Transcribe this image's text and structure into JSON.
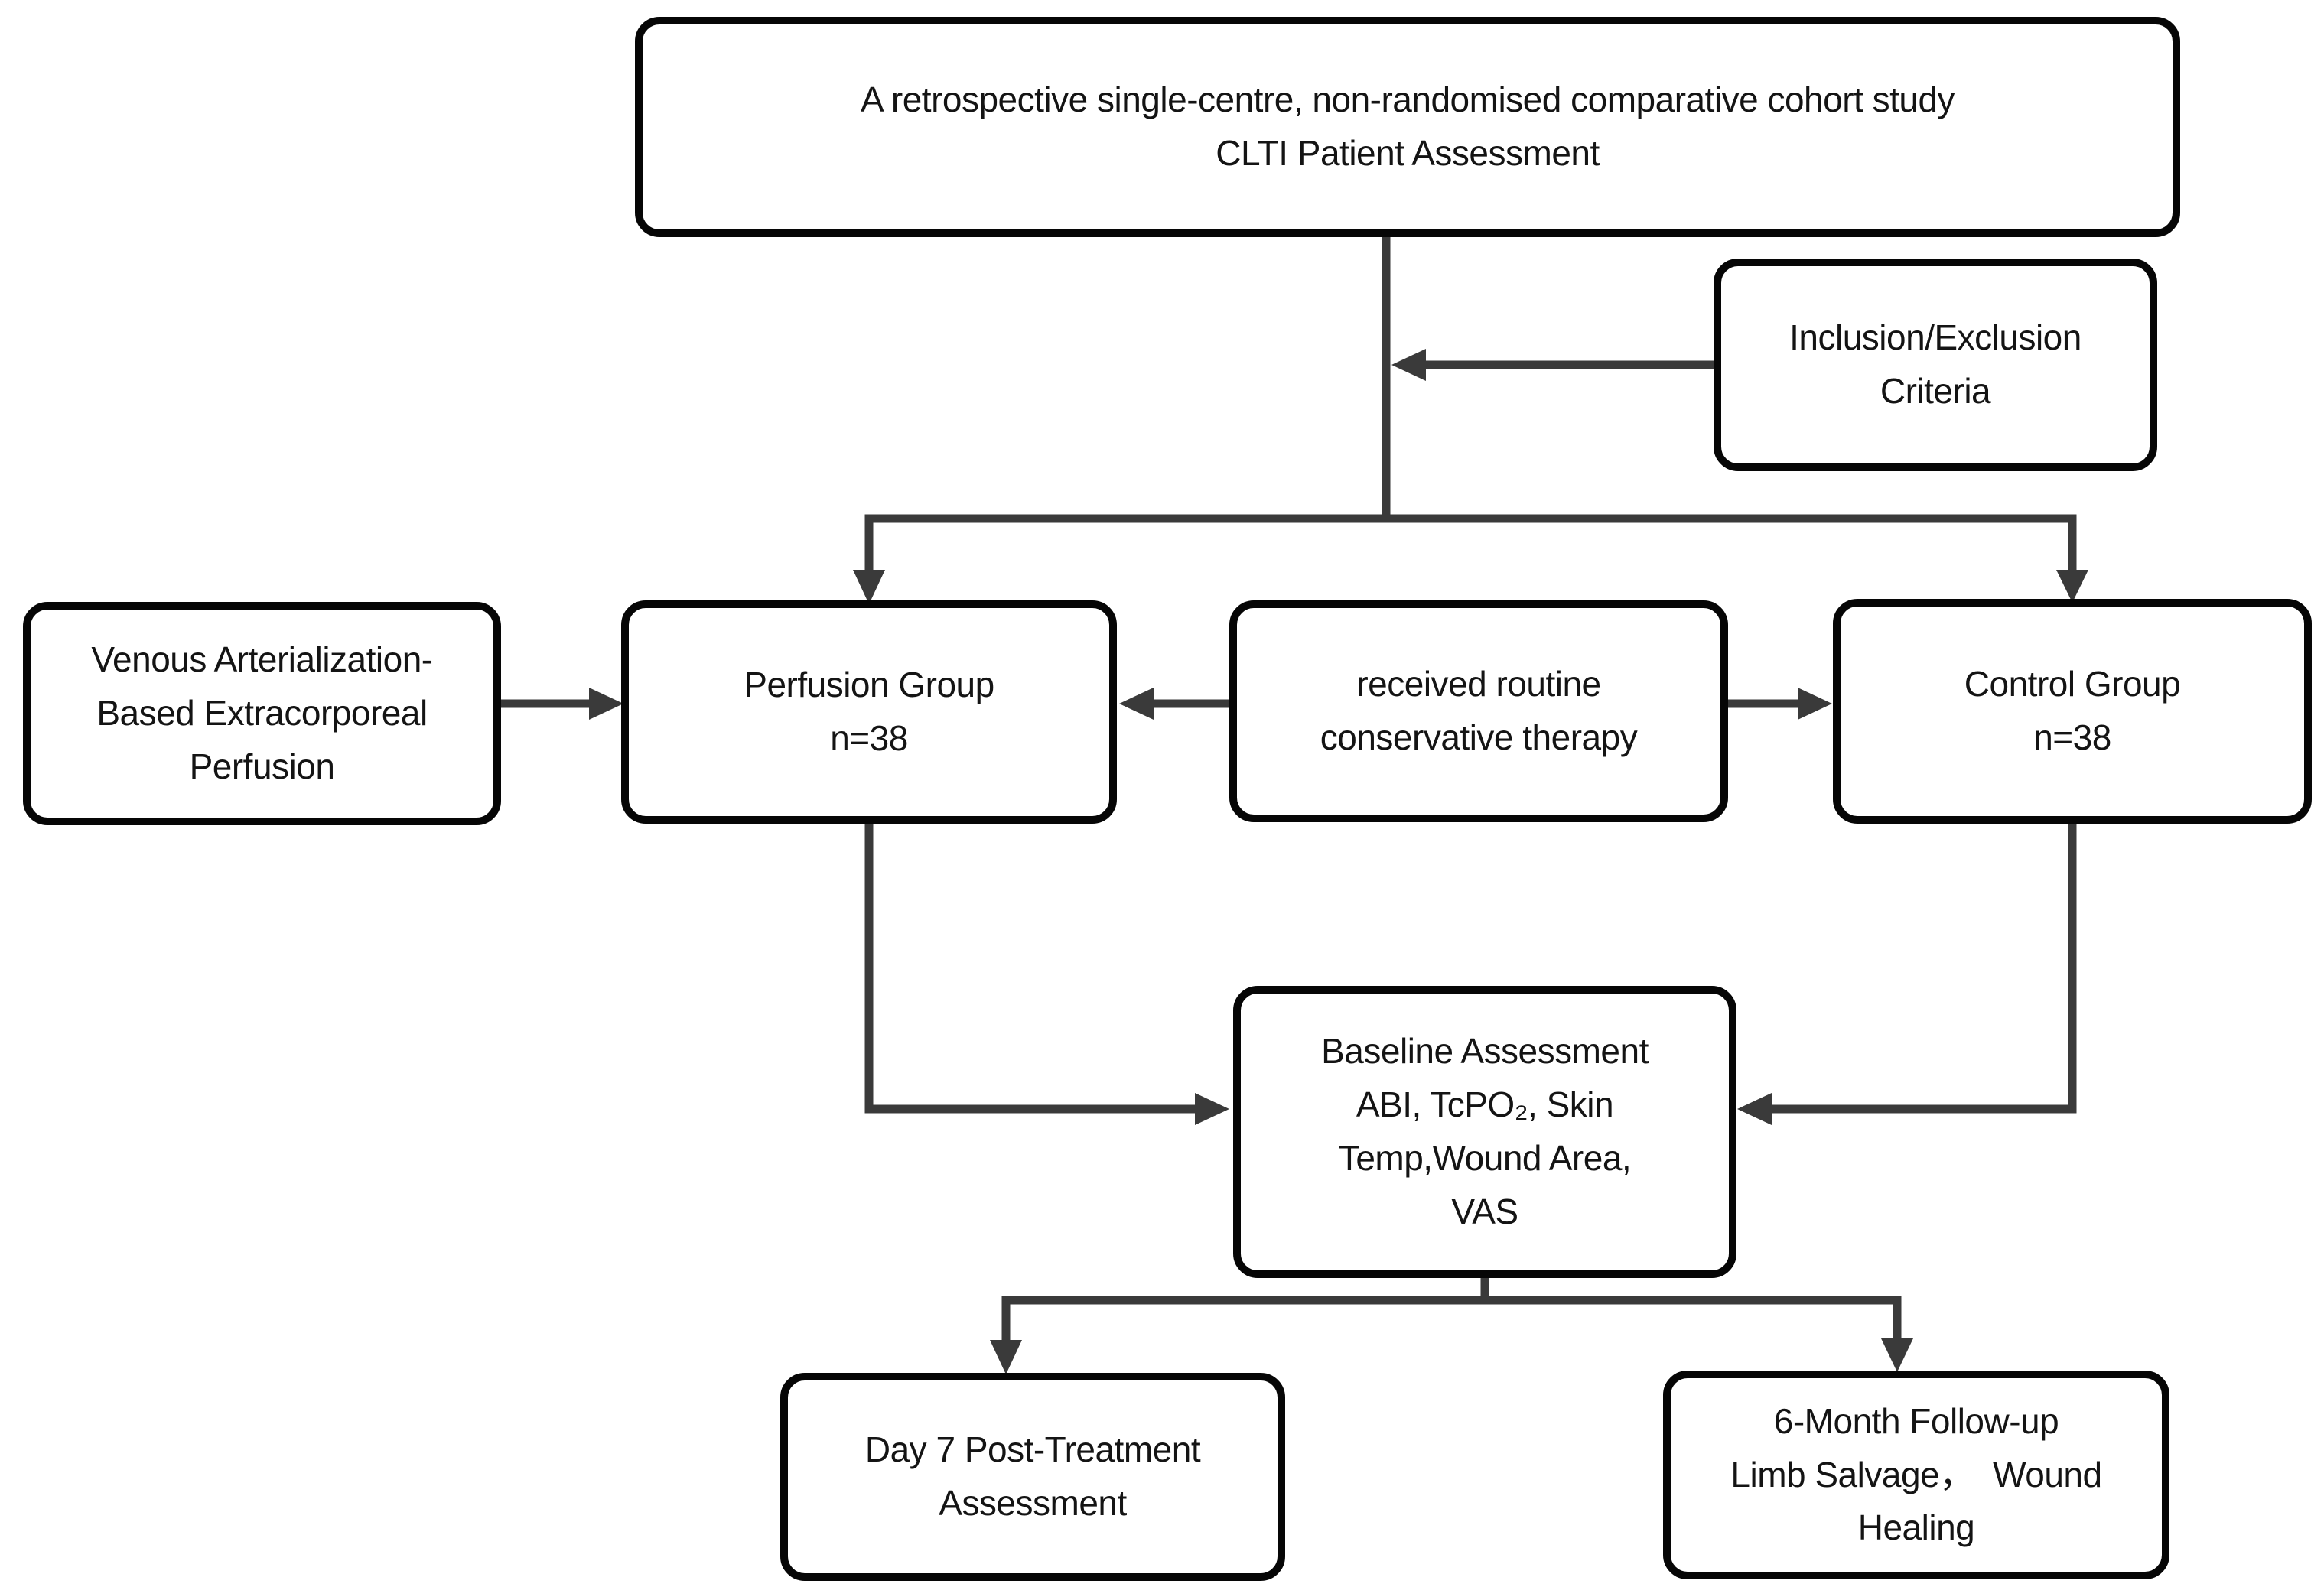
{
  "styles": {
    "connector_color": "#3a3a3a",
    "box_border_color": "#060606",
    "text_color": "#141414",
    "background_color": "#ffffff"
  },
  "boxes": {
    "study_title": {
      "lines": [
        "A retrospective single-centre, non-randomised comparative cohort study",
        "CLTI Patient Assessment"
      ]
    },
    "inclusion_exclusion": {
      "lines": [
        "Inclusion/Exclusion",
        "Criteria"
      ]
    },
    "venous_arterialization": {
      "lines": [
        "Venous Arterialization-",
        "Based Extracorporeal",
        "Perfusion"
      ]
    },
    "perfusion_group": {
      "lines": [
        "Perfusion Group",
        "n=38"
      ]
    },
    "routine_therapy": {
      "lines": [
        "received routine",
        "conservative therapy"
      ]
    },
    "control_group": {
      "lines": [
        "Control Group",
        "n=38"
      ]
    },
    "baseline_assessment": {
      "lines": [
        "Baseline Assessment",
        "ABI, TcPO₂, Skin",
        "Temp,Wound Area,",
        "VAS"
      ]
    },
    "day7_assessment": {
      "lines": [
        "Day 7 Post-Treatment",
        "Assessment"
      ]
    },
    "month6_followup": {
      "lines": [
        "6-Month Follow-up",
        "Limb Salvage，  Wound",
        "Healing"
      ]
    }
  }
}
